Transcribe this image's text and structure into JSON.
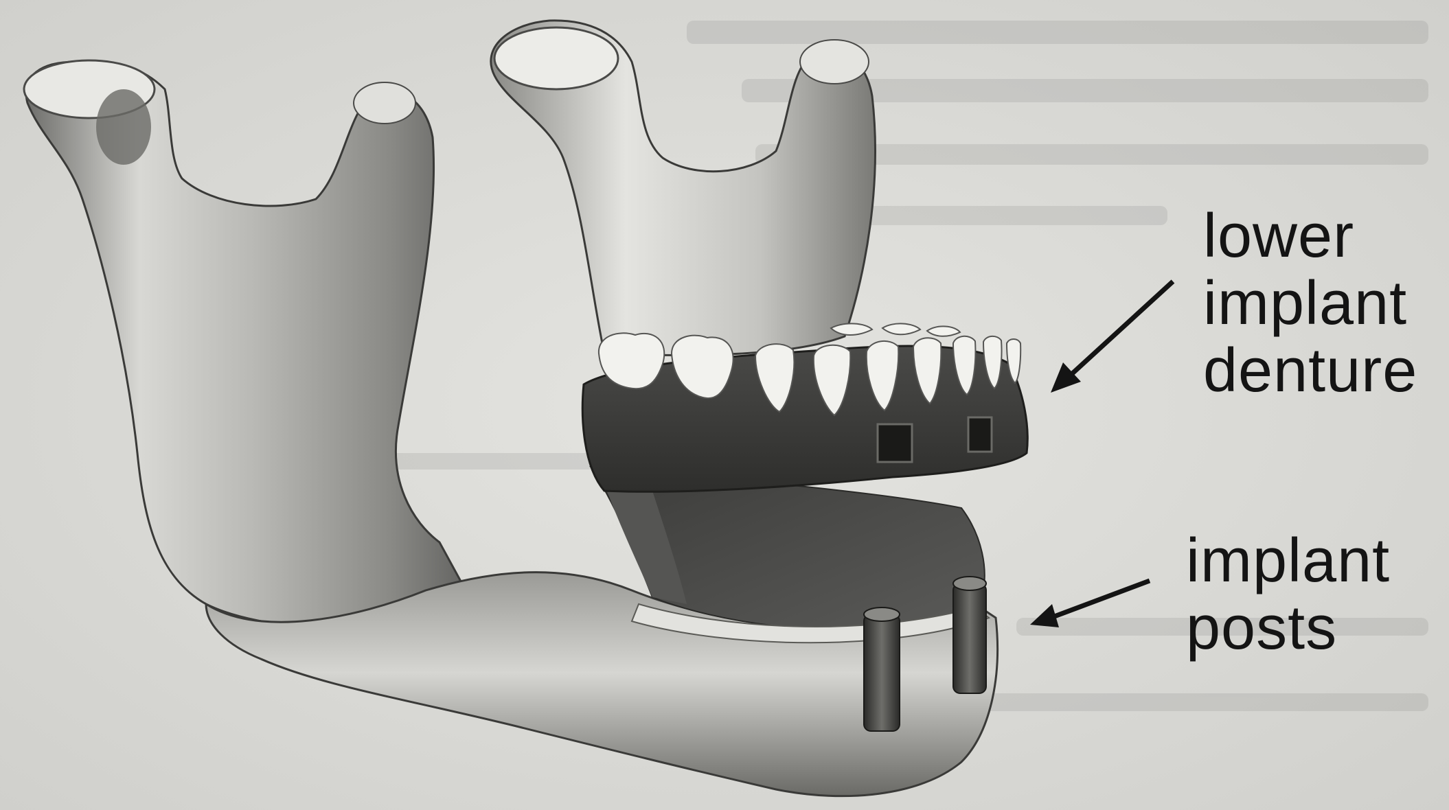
{
  "callouts": {
    "denture": {
      "lines": [
        "lower",
        "implant",
        "denture"
      ]
    },
    "posts": {
      "lines": [
        "implant",
        "posts"
      ]
    }
  },
  "colors": {
    "paper": "#dcdcd8",
    "ink": "#141414",
    "bone_light": "#e6e6e2",
    "bone_mid": "#a9a9a5",
    "bone_dark": "#4a4a48",
    "gum": "#3a3a38",
    "tooth": "#f2f2ee"
  },
  "icons": {
    "arrow_denture": "arrow-pointing-left-down",
    "arrow_posts": "arrow-pointing-left-down"
  }
}
